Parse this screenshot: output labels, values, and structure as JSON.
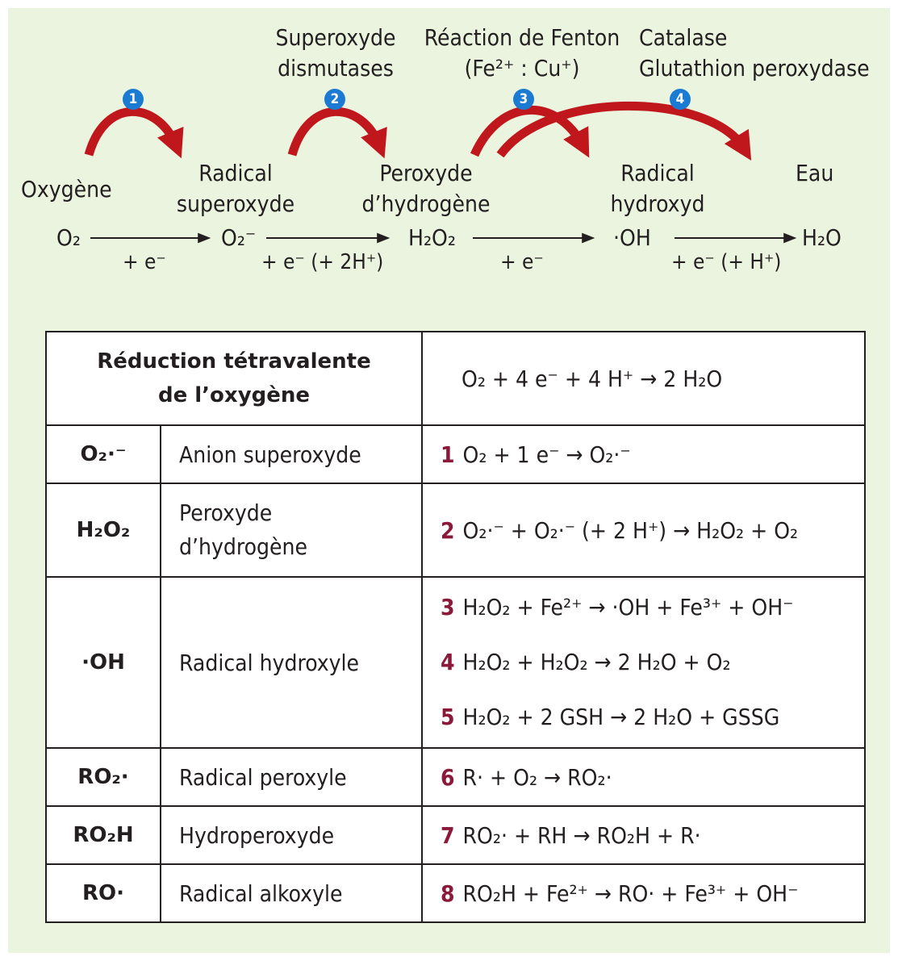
{
  "enzymes": {
    "e2_line1": "Superoxyde",
    "e2_line2": "dismutases",
    "e3_line1": "Réaction de Fenton",
    "e3_line2": "(Fe²⁺ : Cu⁺)",
    "e4_line1": "Catalase",
    "e4_line2": "Glutathion peroxydase"
  },
  "badges": [
    "1",
    "2",
    "3",
    "4"
  ],
  "species": {
    "oxygen": "Oxygène",
    "superoxide_l1": "Radical",
    "superoxide_l2": "superoxyde",
    "peroxide_l1": "Peroxyde",
    "peroxide_l2": "d’hydrogène",
    "hydroxyl_l1": "Radical",
    "hydroxyl_l2": "hydroxyd",
    "water": "Eau"
  },
  "formulas": {
    "f1": "O₂",
    "f2": "O₂⁻",
    "f3": "H₂O₂",
    "f4": "·OH",
    "f5": "H₂O"
  },
  "steps": {
    "s1": "+ e⁻",
    "s2": "+ e⁻ (+ 2H⁺)",
    "s3": "+ e⁻",
    "s4": "+ e⁻ (+ H⁺)"
  },
  "table": {
    "header_l1": "Réduction tétravalente",
    "header_l2": "de l’oxygène",
    "header_eq": "O₂ + 4 e⁻ + 4 H⁺ → 2 H₂O",
    "rows": [
      {
        "symbol": "O₂·⁻",
        "name": "Anion superoxyde",
        "reactions": [
          {
            "num": "1",
            "eq": "O₂ + 1 e⁻ → O₂·⁻"
          }
        ]
      },
      {
        "symbol": "H₂O₂",
        "name_l1": "Peroxyde",
        "name_l2": "d’hydrogène",
        "reactions": [
          {
            "num": "2",
            "eq": "O₂·⁻ + O₂·⁻ (+ 2 H⁺) → H₂O₂ + O₂"
          }
        ]
      },
      {
        "symbol": "·OH",
        "name": "Radical hydroxyle",
        "reactions": [
          {
            "num": "3",
            "eq": "H₂O₂ + Fe²⁺ → ·OH + Fe³⁺ + OH⁻"
          },
          {
            "num": "4",
            "eq": "H₂O₂ + H₂O₂ → 2 H₂O + O₂"
          },
          {
            "num": "5",
            "eq": "H₂O₂ + 2 GSH → 2 H₂O + GSSG"
          }
        ]
      },
      {
        "symbol": "RO₂·",
        "name": "Radical peroxyle",
        "reactions": [
          {
            "num": "6",
            "eq": "R· + O₂ → RO₂·"
          }
        ]
      },
      {
        "symbol": "RO₂H",
        "name": "Hydroperoxyde",
        "reactions": [
          {
            "num": "7",
            "eq": "RO₂· + RH → RO₂H + R·"
          }
        ]
      },
      {
        "symbol": "RO·",
        "name": "Radical alkoxyle",
        "reactions": [
          {
            "num": "8",
            "eq": "RO₂H + Fe²⁺ → RO· + Fe³⁺ + OH⁻"
          }
        ]
      }
    ]
  },
  "colors": {
    "background": "#eaf4df",
    "arrow_red": "#c0171d",
    "badge_blue": "#1b7bd3",
    "reaction_number": "#8b1a3a"
  }
}
